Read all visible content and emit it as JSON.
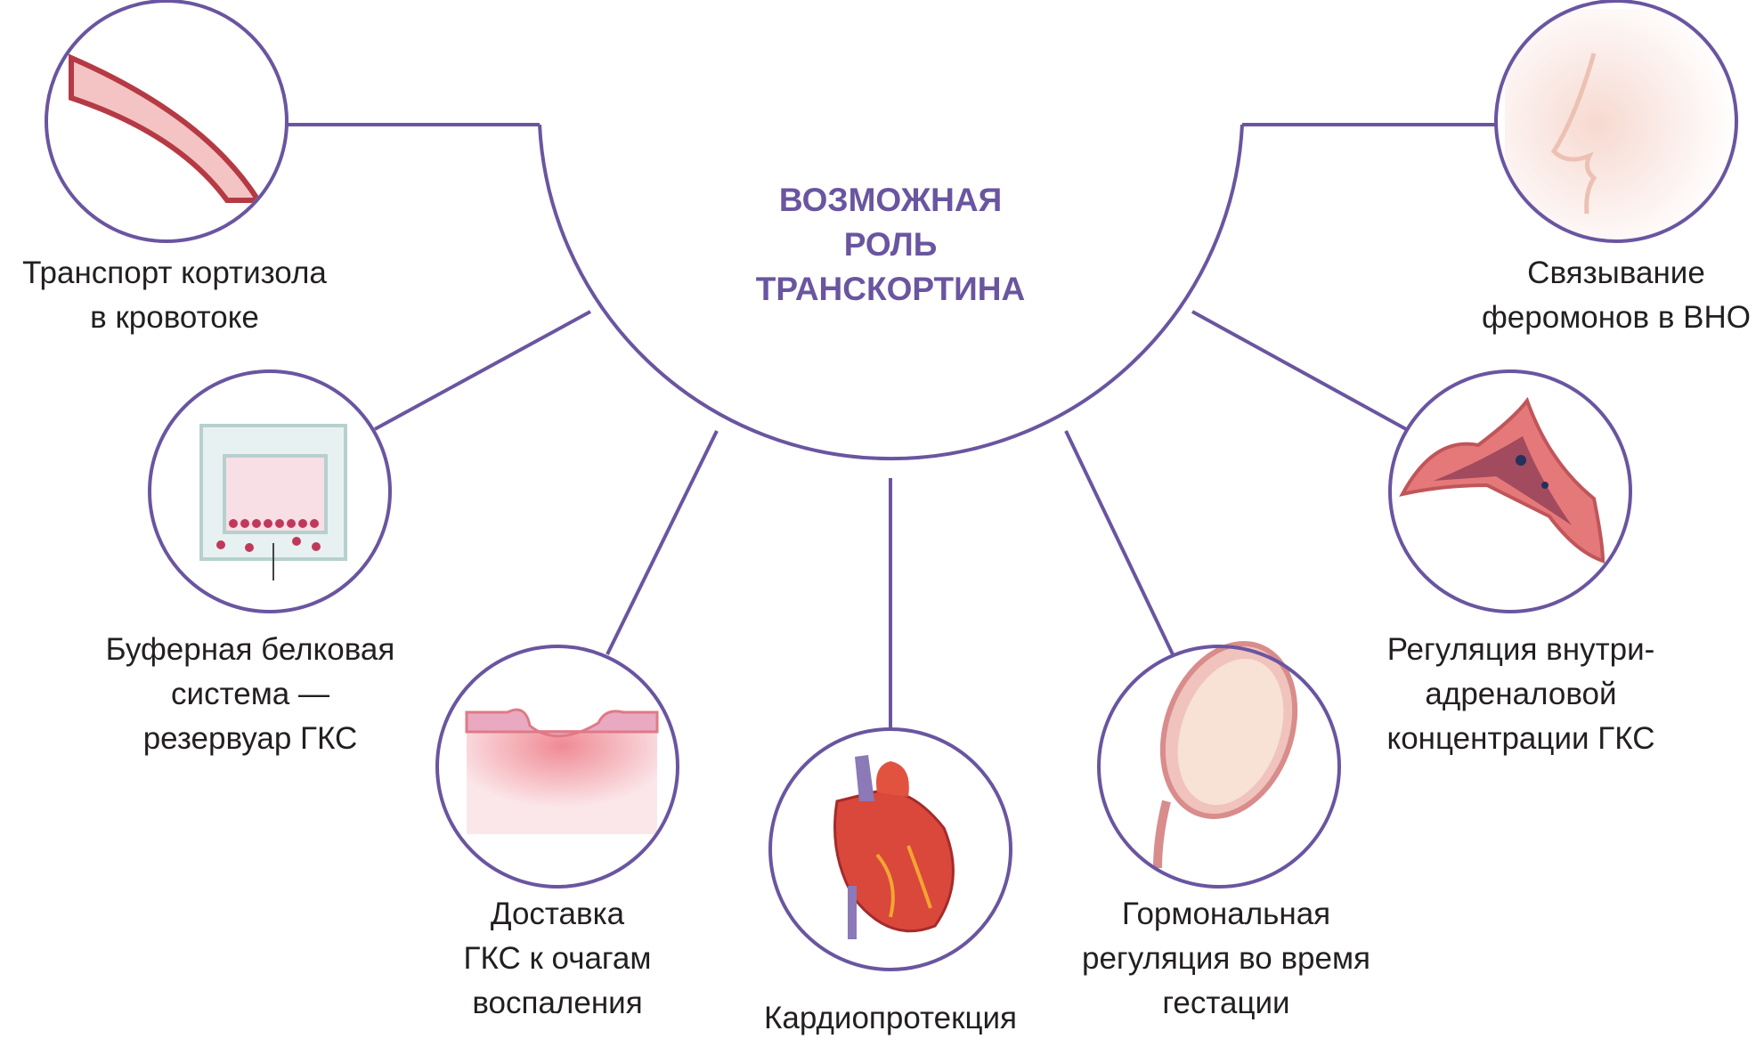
{
  "title": [
    "ВОЗМОЖНАЯ",
    "РОЛЬ",
    "ТРАНСКОРТИНА"
  ],
  "colors": {
    "accent": "#6a55a0",
    "text": "#231f20"
  },
  "nodes": [
    {
      "id": "blood-vessel",
      "label": [
        "Транспорт кортизола",
        "в кровотоке"
      ]
    },
    {
      "id": "nose",
      "label": [
        "Связывание",
        "феромонов в ВНО"
      ]
    },
    {
      "id": "transwell",
      "label": [
        "Буферная белковая",
        "система —",
        "резервуар ГКС"
      ]
    },
    {
      "id": "adrenal",
      "label": [
        "Регуляция внутри-",
        "адреналовой",
        "концентрации ГКС"
      ]
    },
    {
      "id": "inflammation",
      "label": [
        "Доставка",
        "ГКС к очагам",
        "воспаления"
      ]
    },
    {
      "id": "heart",
      "label": [
        "Кардиопротекция"
      ]
    },
    {
      "id": "fetus",
      "label": [
        "Гормональная",
        "регуляция во время",
        "гестации"
      ]
    }
  ]
}
